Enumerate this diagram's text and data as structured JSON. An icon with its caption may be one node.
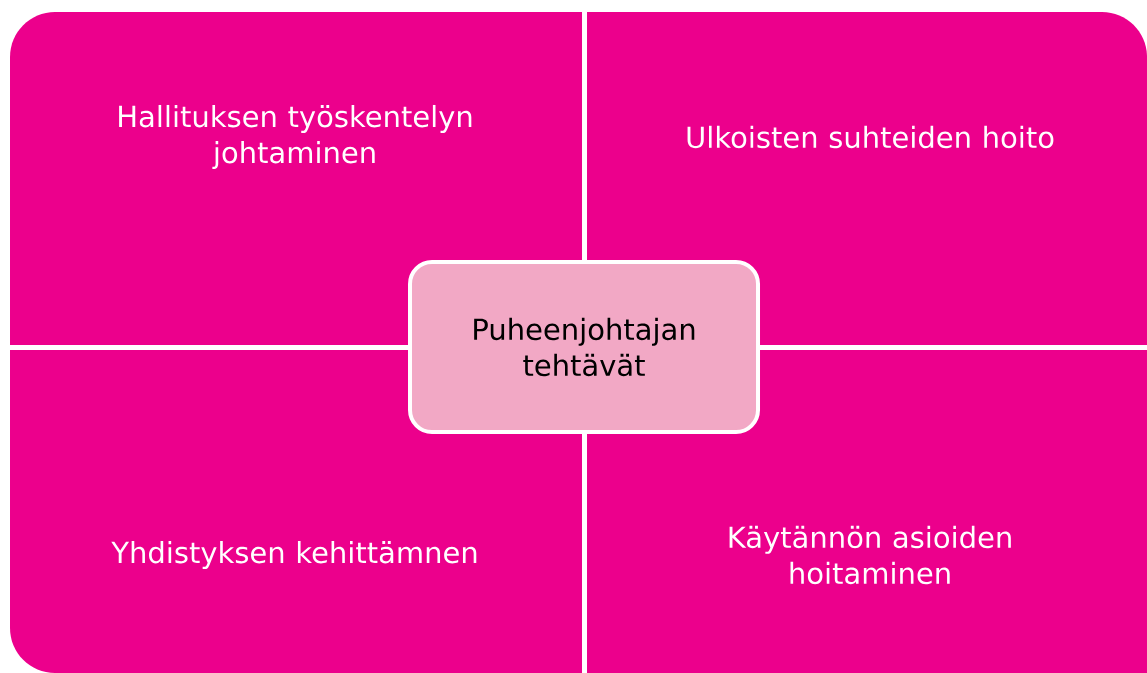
{
  "diagram": {
    "nodes": [
      {
        "text": [
          "Hallituksen työskentelyn johtaminen"
        ]
      },
      {
        "text": [
          "Ulkoisten suhteiden hoito"
        ]
      },
      {
        "text": [
          "Puheenjohtajan tehtävät"
        ]
      },
      {
        "text": [
          "Yhdistyksen kehittämnen"
        ]
      },
      {
        "text": [
          "Käytännön asioiden hoitaminen"
        ]
      }
    ]
  }
}
